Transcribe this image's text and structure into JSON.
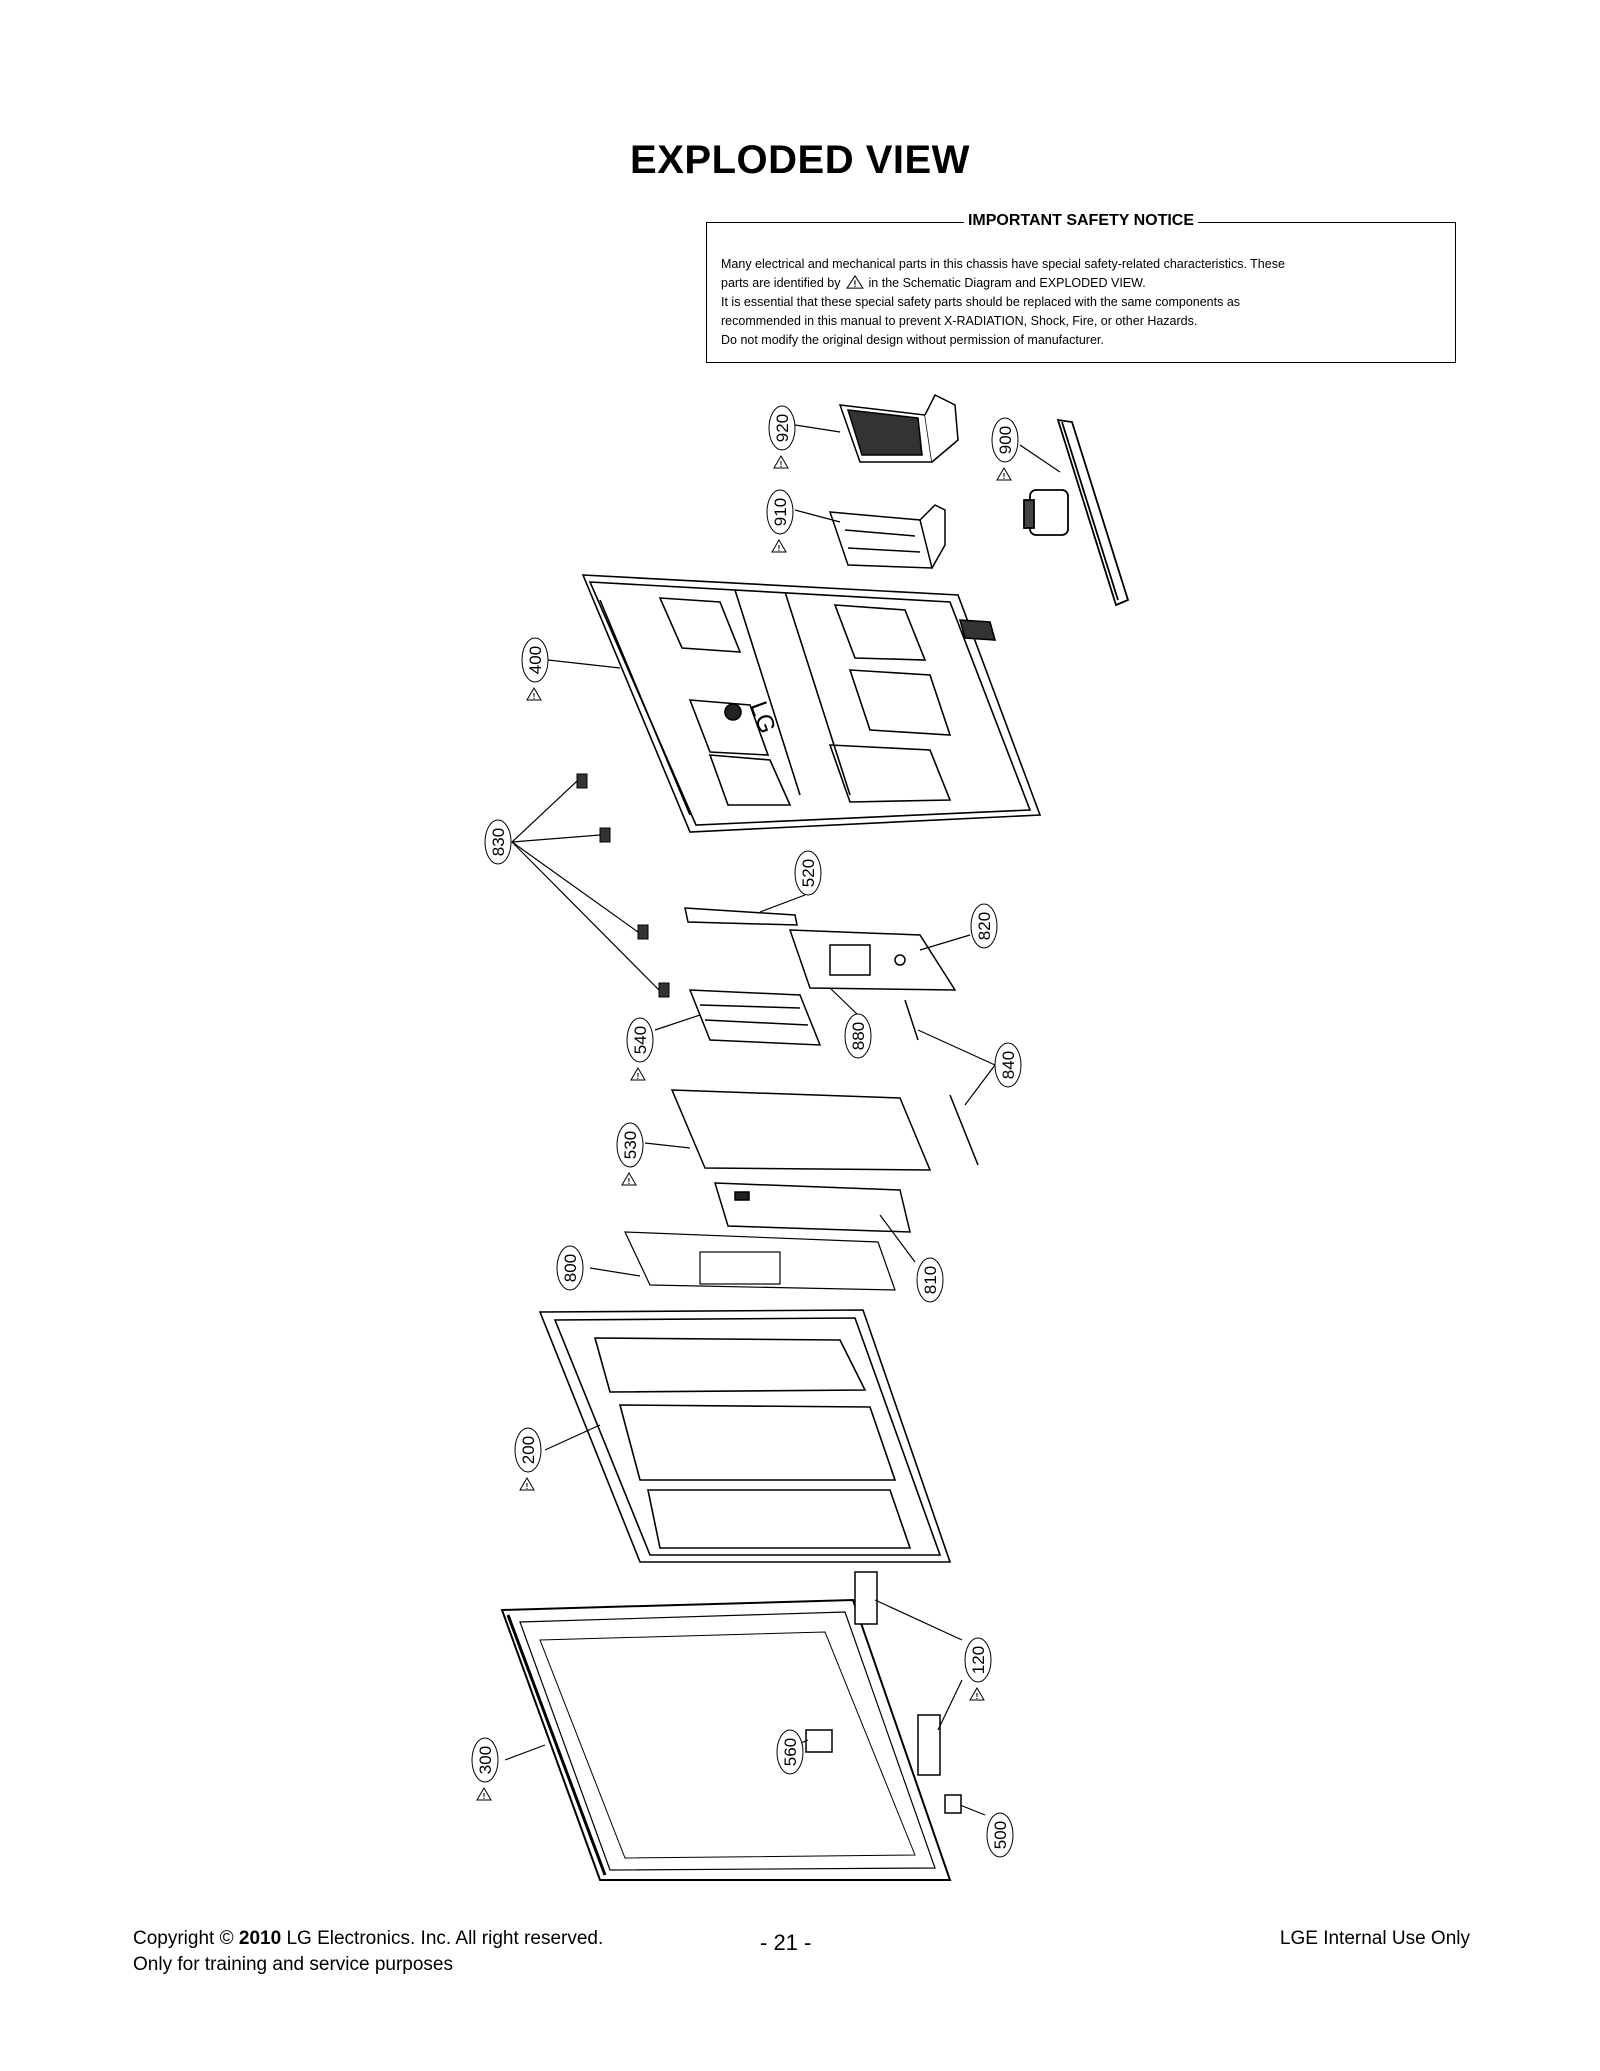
{
  "page": {
    "title": "EXPLODED VIEW"
  },
  "safety_notice": {
    "heading": "IMPORTANT SAFETY NOTICE",
    "line1": "Many electrical and mechanical parts in this chassis have special safety-related characteristics. These",
    "line2_before": "parts are identified by",
    "line2_after": "in the Schematic Diagram and EXPLODED VIEW.",
    "line3": "It is essential that these special safety parts should be replaced with the same components as",
    "line4": "recommended in this manual to prevent X-RADIATION, Shock, Fire, or other Hazards.",
    "line5": "Do not modify the original design without permission of manufacturer."
  },
  "parts": {
    "p920": "920",
    "p900": "900",
    "p910": "910",
    "p400": "400",
    "p830": "830",
    "p520": "520",
    "p820": "820",
    "p540": "540",
    "p880": "880",
    "p840": "840",
    "p530": "530",
    "p810": "810",
    "p800": "800",
    "p200": "200",
    "p120": "120",
    "p300": "300",
    "p560": "560",
    "p500": "500"
  },
  "back_cover_logo": "LG",
  "footer": {
    "copyright_prefix": "Copyright ©",
    "year": "2010",
    "copyright_suffix": "LG Electronics. Inc. All right reserved.",
    "training_note": "Only for training and service purposes",
    "page_number": "- 21 -",
    "internal_use": "LGE Internal Use Only"
  }
}
